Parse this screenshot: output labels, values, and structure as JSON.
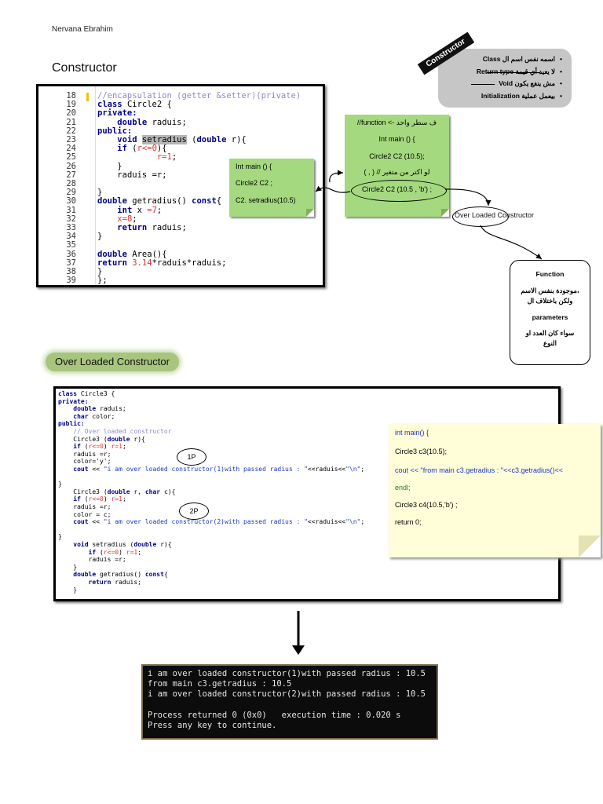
{
  "author": "Nervana Ebrahim",
  "title": "Constructor",
  "code1": {
    "lines": [
      {
        "n": "18",
        "t": "//encapsulation (getter &setter)(private)"
      },
      {
        "n": "19",
        "t": "class Circle2 {"
      },
      {
        "n": "20",
        "t": "private:"
      },
      {
        "n": "21",
        "t": "    double raduis;"
      },
      {
        "n": "22",
        "t": "public:"
      },
      {
        "n": "23",
        "t": "    void setradius (double r){"
      },
      {
        "n": "24",
        "t": "    if (r<=0){"
      },
      {
        "n": "25",
        "t": "            r=1;"
      },
      {
        "n": "26",
        "t": "    }"
      },
      {
        "n": "27",
        "t": "    raduis =r;"
      },
      {
        "n": "28",
        "t": ""
      },
      {
        "n": "29",
        "t": "}"
      },
      {
        "n": "30",
        "t": "double getradius() const{"
      },
      {
        "n": "31",
        "t": "    int x =7;"
      },
      {
        "n": "32",
        "t": "    x=8;"
      },
      {
        "n": "33",
        "t": "    return raduis;"
      },
      {
        "n": "34",
        "t": "}"
      },
      {
        "n": "35",
        "t": ""
      },
      {
        "n": "36",
        "t": "double Area(){"
      },
      {
        "n": "37",
        "t": "return 3.14*raduis*raduis;"
      },
      {
        "n": "38",
        "t": "}"
      },
      {
        "n": "39",
        "t": "};"
      }
    ]
  },
  "note1": {
    "l1": "Int main () {",
    "l2": "Circle2 C2 ;",
    "l3": "C2. setradius(10.5)"
  },
  "note2": {
    "l1": "ف سطر واحد -> function//",
    "l2": "Int main () {",
    "l3": "Circle2 C2 (10.5);",
    "l4": "لو اكتر من متغير // ( , )",
    "l5": "Circle2 C2 (10.5 , 'b') ;"
  },
  "bubble": {
    "tag": "Constructor",
    "i1": "اسمه نفس اسم ال Class",
    "i2": "لا يعيد أي قيمة Return type",
    "i3": "مش ينفع يكون Void",
    "i4": "بيعمل عملية Initialization"
  },
  "overloaded_label": "Over Loaded Constructor",
  "funcbox": {
    "l1": "Function",
    "l2": "موجودة بنفس الاسم،",
    "l3": "ولكن باختلاف ال",
    "l4": "parameters",
    "l5": "سواء كان العدد او",
    "l6": "النوع"
  },
  "section2_title": "Over Loaded Constructor",
  "code2": {
    "lines": [
      "class Circle3 {",
      "private:",
      "    double raduis;",
      "    char color;",
      "public:",
      "    // Over loaded constructor",
      "    Circle3 (double r){",
      "    if (r<=0) r=1;",
      "    raduis =r;",
      "    color='y';",
      "    cout << \"i am over loaded constructor(1)with passed radius : \"<<raduis<<\"\\n\";",
      "",
      "}",
      "    Circle3 (double r, char c){",
      "    if (r<=0) r=1;",
      "    raduis =r;",
      "    color = c;",
      "    cout << \"i am over loaded constructor(2)with passed radius : \"<<raduis<<\"\\n\";",
      "",
      "}",
      "    void setradius (double r){",
      "        if (r<=0) r=1;",
      "        raduis =r;",
      "    }",
      "    double getradius() const{",
      "        return raduis;",
      "    }"
    ]
  },
  "cloud1": "1P",
  "cloud2": "2P",
  "note3": {
    "l1": "int main() {",
    "l2": "Circle3 c3(10.5);",
    "l3": "cout << \"from main c3.getradius : \"<<c3.getradius()<<",
    "l4": "endl;",
    "l5": "Circle3 c4(10.5,'b') ;",
    "l6": " return 0;"
  },
  "console": {
    "lines": [
      "i am over loaded constructor(1)with passed radius : 10.5",
      "from main c3.getradius : 10.5",
      "i am over loaded constructor(2)with passed radius : 10.5",
      "",
      "Process returned 0 (0x0)   execution time : 0.020 s",
      "Press any key to continue."
    ]
  }
}
